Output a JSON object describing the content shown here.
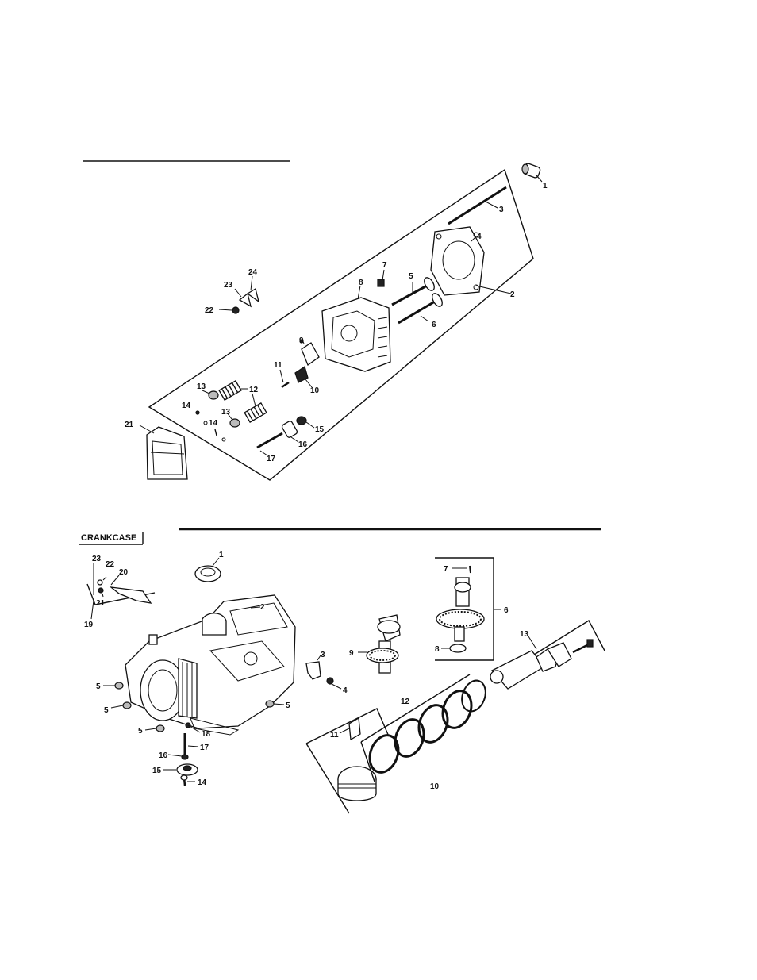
{
  "cylinder_head": {
    "labels": {
      "c1": "1",
      "c2": "2",
      "c3": "3",
      "c4": "4",
      "c5": "5",
      "c6": "6",
      "c7": "7",
      "c8": "8",
      "c9": "9",
      "c10": "10",
      "c11": "11",
      "c12": "12",
      "c13a": "13",
      "c13b": "13",
      "c14a": "14",
      "c14b": "14",
      "c15": "15",
      "c16": "16",
      "c17": "17",
      "c21": "21",
      "c22": "22",
      "c23": "23",
      "c24": "24"
    }
  },
  "crankcase": {
    "title": "CRANKCASE",
    "labels": {
      "k1": "1",
      "k2": "2",
      "k3": "3",
      "k4": "4",
      "k5a": "5",
      "k5b": "5",
      "k5c": "5",
      "k5d": "5",
      "k6": "6",
      "k7": "7",
      "k8": "8",
      "k9": "9",
      "k10": "10",
      "k11": "11",
      "k12": "12",
      "k13": "13",
      "k14": "14",
      "k15": "15",
      "k16": "16",
      "k17": "17",
      "k18": "18",
      "k19": "19",
      "k20": "20",
      "k21": "21",
      "k22": "22",
      "k23": "23"
    }
  }
}
